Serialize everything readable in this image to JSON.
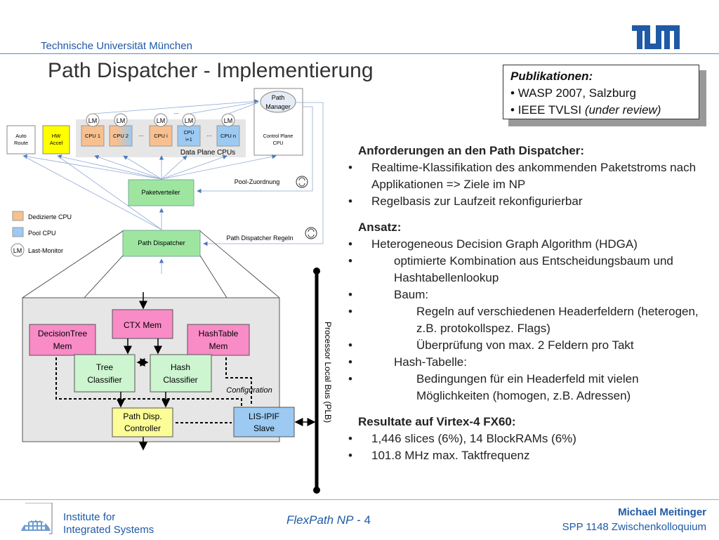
{
  "header": {
    "university": "Technische Universität München",
    "logo": "TUM",
    "title": "Path Dispatcher - Implementierung"
  },
  "publications": {
    "heading": "Publikationen:",
    "items": [
      {
        "text": "WASP 2007, Salzburg",
        "note": ""
      },
      {
        "text": "IEEE TVLSI ",
        "note": "(under review)"
      }
    ]
  },
  "diagram": {
    "top": {
      "auto_route": [
        "Auto",
        "Route"
      ],
      "hw_accel": [
        "HW",
        "Accel"
      ],
      "cpus": [
        "CPU 1",
        "CPU 2",
        "CPU i",
        "CPU",
        "i+1",
        "CPU n"
      ],
      "ellipsis": "...",
      "lm": "LM",
      "data_plane_label": "Data Plane CPUs",
      "path_manager": [
        "Path",
        "Manager"
      ],
      "control_plane": [
        "Control Plane",
        "CPU"
      ],
      "paketverteiler": "Paketverteiler",
      "pool_zuordnung": "Pool-Zuordnung",
      "path_dispatcher": "Path Dispatcher",
      "path_dispatcher_regeln": "Path Dispatcher Regeln"
    },
    "legend": [
      {
        "label": "Dedizierte CPU",
        "color": "#f8c08f"
      },
      {
        "label": "Pool CPU",
        "color": "#9ccaf2"
      },
      {
        "label": "Last-Monitor",
        "symbol": "LM"
      }
    ],
    "detail": {
      "ctx_mem": "CTX Mem",
      "decision_tree_mem": [
        "DecisionTree",
        "Mem"
      ],
      "hashtable_mem": [
        "HashTable",
        "Mem"
      ],
      "tree_classifier": [
        "Tree",
        "Classifier"
      ],
      "hash_classifier": [
        "Hash",
        "Classifier"
      ],
      "configuration": "Configuration",
      "controller": [
        "Path Disp.",
        "Controller"
      ],
      "lis_ipif": [
        "LIS-IPIF",
        "Slave"
      ],
      "bus_label": "Processor Local Bus (PLB)"
    },
    "colors": {
      "dedicated": "#f8c08f",
      "pool": "#9ccaf2",
      "hw_accel": "#ffff00",
      "green": "#9ee6a0",
      "light_green": "#cdf5d0",
      "pink": "#f98bc7",
      "yellow": "#fdfd98",
      "blue": "#9ccaf2",
      "arrow": "#4a78c0"
    }
  },
  "content": {
    "sections": [
      {
        "heading": "Anforderungen an den Path Dispatcher:",
        "items": [
          {
            "level": 1,
            "text": "Realtime-Klassifikation des ankommenden Paketstroms nach Applikationen => Ziele im NP"
          },
          {
            "level": 1,
            "text": "Regelbasis zur Laufzeit rekonfigurierbar"
          }
        ]
      },
      {
        "heading": "Ansatz:",
        "items": [
          {
            "level": 1,
            "text": "Heterogeneous Decision Graph Algorithm (HDGA)"
          },
          {
            "level": 2,
            "text": "optimierte Kombination aus Entscheidungsbaum und Hashtabellenlookup"
          },
          {
            "level": 2,
            "text": "Baum:"
          },
          {
            "level": 3,
            "text": "Regeln auf verschiedenen Headerfeldern (heterogen, z.B. protokollspez. Flags)"
          },
          {
            "level": 3,
            "text": "Überprüfung von max. 2 Feldern pro Takt"
          },
          {
            "level": 2,
            "text": "Hash-Tabelle:"
          },
          {
            "level": 3,
            "text": "Bedingungen für ein Headerfeld mit vielen Möglichkeiten (homogen, z.B. Adressen)"
          }
        ]
      },
      {
        "heading": "Resultate auf Virtex-4 FX60:",
        "items": [
          {
            "level": 1,
            "text": "1,446 slices (6%), 14 BlockRAMs (6%)"
          },
          {
            "level": 1,
            "text": "101.8 MHz max. Taktfrequenz"
          }
        ]
      }
    ]
  },
  "footer": {
    "institute": [
      "Institute for",
      "Integrated Systems"
    ],
    "center_italic": "FlexPath NP",
    "center_page": " - 4",
    "author": "Michael Meitinger",
    "event": "SPP 1148 Zwischenkolloquium"
  }
}
